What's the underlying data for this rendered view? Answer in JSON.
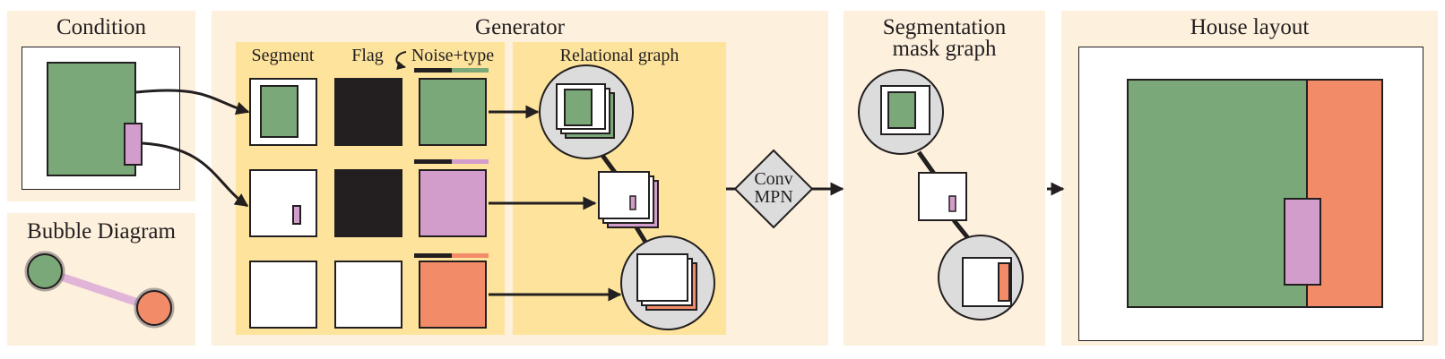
{
  "panels": {
    "condition": {
      "title": "Condition"
    },
    "bubble": {
      "title": "Bubble Diagram"
    },
    "generator": {
      "title": "Generator",
      "col_segment": "Segment",
      "col_flag": "Flag",
      "col_noise": "Noise+type",
      "relational_title": "Relational graph"
    },
    "conv": {
      "line1": "Conv",
      "line2": "MPN"
    },
    "segmentation": {
      "title_line1": "Segmentation",
      "title_line2": "mask graph"
    },
    "house": {
      "title": "House layout"
    }
  },
  "colors": {
    "panel_bg": "#fdf0dc",
    "generator_inner": "#fde39b",
    "green_room": "#7ba878",
    "pink_room": "#d29dcb",
    "orange_room": "#f28b68",
    "dark": "#231f20",
    "node_grey": "#dcdcdc"
  }
}
